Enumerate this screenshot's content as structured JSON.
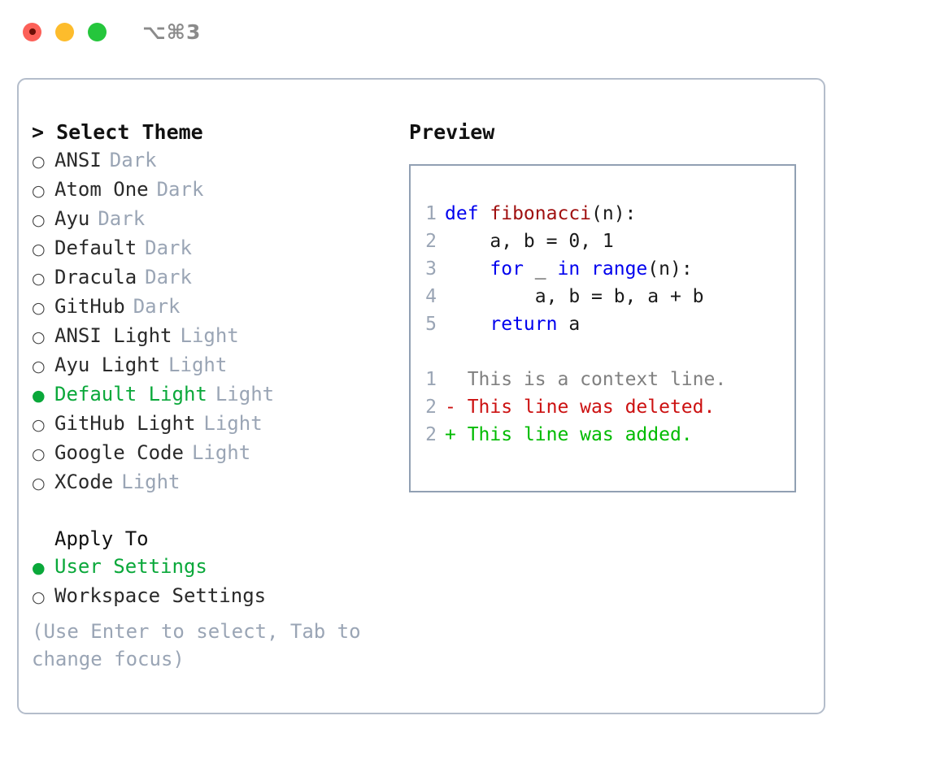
{
  "window": {
    "title": "⌥⌘3",
    "controls": [
      "close",
      "minimize",
      "maximize"
    ]
  },
  "left": {
    "header": "> Select Theme",
    "themes": [
      {
        "marker": "○",
        "label": "ANSI",
        "badge": "Dark",
        "selected": false
      },
      {
        "marker": "○",
        "label": "Atom One",
        "badge": "Dark",
        "selected": false
      },
      {
        "marker": "○",
        "label": "Ayu",
        "badge": "Dark",
        "selected": false
      },
      {
        "marker": "○",
        "label": "Default",
        "badge": "Dark",
        "selected": false
      },
      {
        "marker": "○",
        "label": "Dracula",
        "badge": "Dark",
        "selected": false
      },
      {
        "marker": "○",
        "label": "GitHub",
        "badge": "Dark",
        "selected": false
      },
      {
        "marker": "○",
        "label": "ANSI Light",
        "badge": "Light",
        "selected": false
      },
      {
        "marker": "○",
        "label": "Ayu Light",
        "badge": "Light",
        "selected": false
      },
      {
        "marker": "●",
        "label": "Default Light",
        "badge": "Light",
        "selected": true
      },
      {
        "marker": "○",
        "label": "GitHub Light",
        "badge": "Light",
        "selected": false
      },
      {
        "marker": "○",
        "label": "Google Code",
        "badge": "Light",
        "selected": false
      },
      {
        "marker": "○",
        "label": "XCode",
        "badge": "Light",
        "selected": false
      }
    ],
    "apply_to": {
      "header": "Apply To",
      "options": [
        {
          "marker": "●",
          "label": "User Settings",
          "selected": true
        },
        {
          "marker": "○",
          "label": "Workspace Settings",
          "selected": false
        }
      ]
    },
    "hint": "(Use Enter to select, Tab to change focus)"
  },
  "right": {
    "header": "Preview",
    "code": [
      {
        "ln": "1",
        "tokens": [
          {
            "t": "def ",
            "c": "kw"
          },
          {
            "t": "fibonacci",
            "c": "fn"
          },
          {
            "t": "(n):",
            "c": "pl"
          }
        ]
      },
      {
        "ln": "2",
        "tokens": [
          {
            "t": "    a, b = 0, 1",
            "c": "pl"
          }
        ]
      },
      {
        "ln": "3",
        "tokens": [
          {
            "t": "    ",
            "c": "pl"
          },
          {
            "t": "for",
            "c": "kw"
          },
          {
            "t": " _ ",
            "c": "pl"
          },
          {
            "t": "in",
            "c": "kw"
          },
          {
            "t": " ",
            "c": "pl"
          },
          {
            "t": "range",
            "c": "kw"
          },
          {
            "t": "(n):",
            "c": "pl"
          }
        ]
      },
      {
        "ln": "4",
        "tokens": [
          {
            "t": "        a, b = b, a + b",
            "c": "pl"
          }
        ]
      },
      {
        "ln": "5",
        "tokens": [
          {
            "t": "    ",
            "c": "pl"
          },
          {
            "t": "return",
            "c": "kw"
          },
          {
            "t": " a",
            "c": "pl"
          }
        ]
      }
    ],
    "diff": [
      {
        "ln": "1",
        "sign": "  ",
        "text": "This is a context line.",
        "kind": "ctx"
      },
      {
        "ln": "2",
        "sign": "- ",
        "text": "This line was deleted.",
        "kind": "del"
      },
      {
        "ln": "2",
        "sign": "+ ",
        "text": "This line was added.",
        "kind": "add"
      }
    ]
  },
  "colors": {
    "accent_green": "#0aa83a",
    "muted": "#9aa5b5",
    "keyword_blue": "#0000ee",
    "function_red": "#a01010",
    "diff_delete": "#cc1111",
    "diff_add": "#00bb00",
    "border": "#b4bdcb"
  }
}
